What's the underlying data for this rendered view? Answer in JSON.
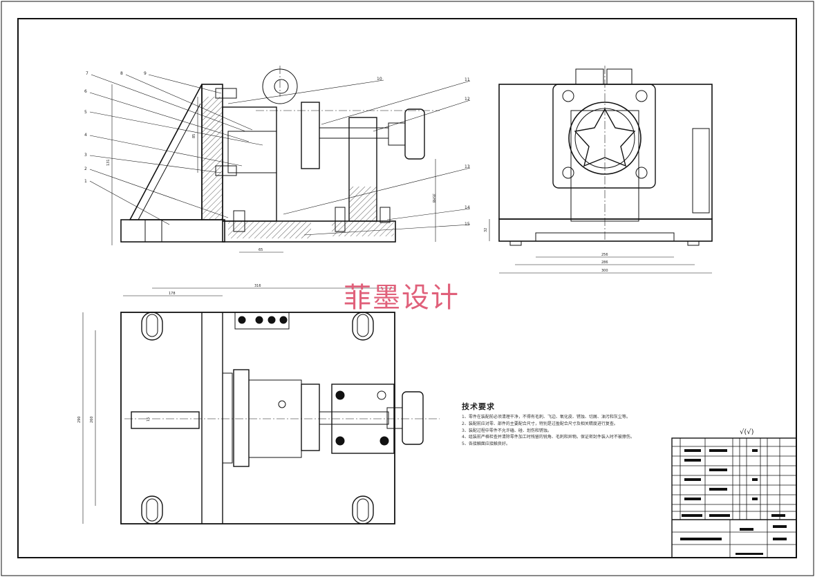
{
  "watermark": "菲墨设计",
  "technical_requirements": {
    "title": "技术要求",
    "lines": [
      "1、零件在装配前必须清理干净，不得有毛刺、飞边、氧化皮、锈蚀、切屑、油污和灰尘等。",
      "2、装配前应对零、部件的主要配合尺寸，特别是过盈配合尺寸及相关精度进行复查。",
      "3、装配过程中零件不允许磕、碰、划伤和锈蚀。",
      "4、组装前严格检查并清除零件加工时残留的锐角、毛刺和异物。保证密封件装入时不被擦伤。",
      "5、各接触面应接触良好。"
    ]
  },
  "roughness": "√(√)",
  "balloons": [
    "7",
    "8",
    "9",
    "6",
    "5",
    "4",
    "3",
    "2",
    "1",
    "10",
    "11",
    "12",
    "13",
    "14",
    "15"
  ],
  "dimensions": {
    "side_height": "131",
    "side_inner": "85",
    "side_bottom": "65",
    "side_right": "35H8",
    "end_width_inner": "256",
    "end_width_mid": "286",
    "end_width_outer": "300",
    "end_left": "32",
    "top_span": "316",
    "top_left": "178",
    "top_height": "290",
    "top_inner": "260",
    "top_slot": "15"
  }
}
